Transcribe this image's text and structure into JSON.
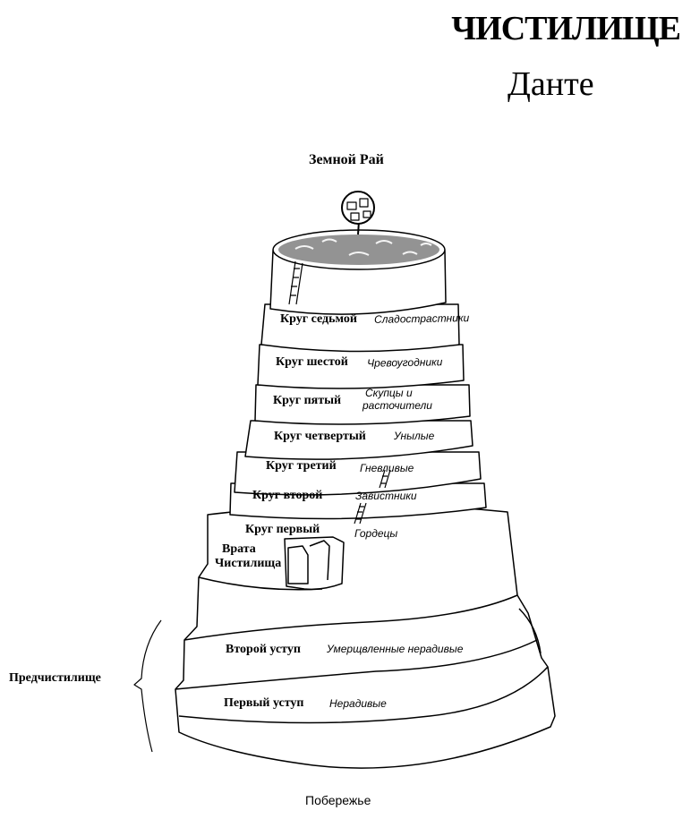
{
  "header": {
    "title": "ЧИСТИЛИЩЕ",
    "subtitle": "Данте"
  },
  "labels": {
    "earthly_paradise": "Земной Рай",
    "ante_purgatory": "Предчистилище",
    "shore": "Побережье",
    "gate": [
      "Врата",
      "Чистилища"
    ]
  },
  "terraces": [
    {
      "name": "Круг седьмой",
      "sinners": [
        "Сладострастники"
      ]
    },
    {
      "name": "Круг шестой",
      "sinners": [
        "Чревоугодники"
      ]
    },
    {
      "name": "Круг пятый",
      "sinners": [
        "Скупцы и",
        "расточители"
      ]
    },
    {
      "name": "Круг четвертый",
      "sinners": [
        "Унылые"
      ]
    },
    {
      "name": "Круг третий",
      "sinners": [
        "Гневливые"
      ]
    },
    {
      "name": "Круг второй",
      "sinners": [
        "Завистники"
      ]
    },
    {
      "name": "Круг первый",
      "sinners": [
        "Гордецы"
      ]
    }
  ],
  "ledges": [
    {
      "name": "Второй уступ",
      "sinners": "Умерщвленные нерадивые"
    },
    {
      "name": "Первый уступ",
      "sinners": "Нерадивые"
    }
  ]
}
